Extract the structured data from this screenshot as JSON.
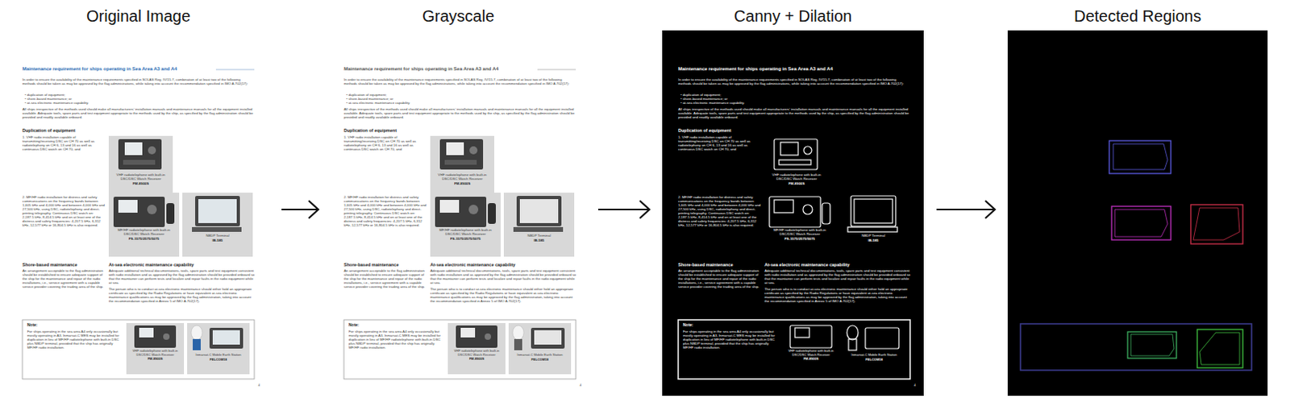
{
  "diagram": {
    "nodes": [
      {
        "text": [
          "Original Image"
        ]
      },
      {
        "text": [
          "Grayscale"
        ]
      },
      {
        "text": [
          "Canny + Dilation"
        ]
      },
      {
        "text": [
          "Detected Regions"
        ]
      }
    ],
    "edges": [
      {
        "from": 0,
        "to": 1,
        "arrow": "to"
      },
      {
        "from": 1,
        "to": 2,
        "arrow": "to"
      },
      {
        "from": 2,
        "to": 3,
        "arrow": "to"
      }
    ],
    "labels": [
      "Maintenance requirement for ships operating in Sea Area A3 and A4",
      "In order to ensure the availability of the maintenance requirements specified in SOLAS Reg. IV/15.7, combination of at least two of the following methods should be taken as may be approved by the flag administrations, while taking into account the recommendation specified in IMO A.702(17):",
      "• duplication of equipment;",
      "• shore-based maintenance; or",
      "• at-sea electronic maintenance capability.",
      "All ships irrespective of the methods used should make all manufacturers' installation manuals and maintenance manuals for all the equipment installed available. Adequate tools, spare parts and test equipment appropriate to the methods used by the ship, as specified by the flag administration should be provided and readily available onboard.",
      "Duplication of equipment",
      "1. VHF radio installation capable of transmitting/receiving DSC on CH 70 as well as radiotelephony on CH 6, 13 and 16 as well as continuous DSC watch on CH 70, and",
      "VHF radiotelephone with built-in DSC/DSC Watch Receiver",
      "FM-8900S",
      "2. MF/HF radio installation for distress and safety communications on the frequency bands between 1,605 kHz and 4,000 kHz and between 4,000 kHz and 27,500 kHz, using DSC, radiotelephony and direct-printing telegraphy. Continuous DSC watch on: 2,187.5 kHz, 8,414.5 kHz and on at least one of the distress and safety frequencies: 4,207.5 kHz, 6,312 kHz, 12,577 kHz or 16,804.5 kHz is also required.",
      "MF/HF radiotelephone with built-in DSC/DSC Watch Receiver",
      "FS-1575/2575/5075",
      "NBDP Terminal",
      "IB-585",
      "Shore-based maintenance",
      "An arrangement acceptable to the flag administration should be established to ensure adequate support of the ship for the maintenance and repair of the radio installations, i.e., service agreement with a capable service provider covering the trading area of the ship.",
      "At-sea electronic maintenance capability",
      "Adequate additional technical documentations, tools, spare parts and test equipment consistent with radio installation and as approved by the flag administration should be provided onboard so that the maintainer can perform tests and localize and repair faults in the radio equipment while at sea.",
      "The person who is to conduct at-sea electronic maintenance should either hold an appropriate certificate as specified by the Radio Regulations or have equivalent at-sea electronic maintenance qualifications as may be approved by the flag administration, taking into account the recommendation specified in Annex 5 of IMO A.702(17).",
      "Note:",
      "For ships operating in the sea area A4 only occasionally but mostly operating in A3, Inmarsat-C MES may be installed for duplication in lieu of MF/HF radiotelephone with built-in DSC plus NBDP terminal, provided that the ship has originally MF/HF radio installation.",
      "VHF radiotelephone with built-in DSC/DSC Watch Receiver",
      "FM-8900S",
      "Inmarsat-C Mobile Earth Station",
      "FELCOM18",
      "4",
      "Maintenance requirement for ships operating in Sea Area A3 and A4",
      "In order to ensure the availability of the maintenance requirements specified in SOLAS Reg. IV/15.7, combination of at least two of the following methods should be taken as may be approved by the flag administrations, while taking into account the recommendation specified in IMO A.702(17):",
      "• duplication of equipment;",
      "• shore-based maintenance; or",
      "• at-sea electronic maintenance capability.",
      "All ships irrespective of the methods used should make all manufacturers' installation manuals and maintenance manuals for all the equipment installed available. Adequate tools, spare parts and test equipment appropriate to the methods used by the ship, as specified by the flag administration should be provided and readily available onboard.",
      "Duplication of equipment",
      "1. VHF radio installation capable of transmitting/receiving DSC on CH 70 as well as radiotelephony on CH 6, 13 and 16 as well as continuous DSC watch on CH 70, and",
      "VHF radiotelephone with built-in DSC/DSC Watch Receiver",
      "FM-8900S",
      "2. MF/HF radio installation for distress and safety communications on the frequency bands between 1,605 kHz and 4,000 kHz and between 4,000 kHz and 27,500 kHz, using DSC, radiotelephony and direct-printing telegraphy. Continuous DSC watch on: 2,187.5 kHz, 8,414.5 kHz and on at least one of the distress and safety frequencies: 4,207.5 kHz, 6,312 kHz, 12,577 kHz or 16,804.5 kHz is also required.",
      "MF/HF radiotelephone with built-in DSC/DSC Watch Receiver",
      "FS-1575/2575/5075",
      "NBDP Terminal",
      "IB-585",
      "Shore-based maintenance",
      "An arrangement acceptable to the flag administration should be established to ensure adequate support of the ship for the maintenance and repair of the radio installations, i.e., service agreement with a capable service provider covering the trading area of the ship.",
      "At-sea electronic maintenance capability",
      "Adequate additional technical documentations, tools, spare parts and test equipment consistent with radio installation and as approved by the flag administration should be provided onboard so that the maintainer can perform tests and localize and repair faults in the radio equipment while at sea.",
      "The person who is to conduct at-sea electronic maintenance should either hold an appropriate certificate as specified by the Radio Regulations or have equivalent at-sea electronic maintenance qualifications as may be approved by the flag administration, taking into account the recommendation specified in Annex 5 of IMO A.702(17).",
      "Note:",
      "For ships operating in the sea area A4 only occasionally but mostly operating in A3, Inmarsat-C MES may be installed for duplication in lieu of MF/HF radiotelephone with built-in DSC plus NBDP terminal, provided that the ship has originally MF/HF radio installation.",
      "VHF radiotelephone with built-in DSC/DSC Watch Receiver",
      "FM-8900S",
      "Inmarsat-C Mobile Earth Station",
      "FELCOM18",
      "4",
      "Maintenance requirement for ships operating in Sea Area A3 and A4",
      "In order to ensure the availability of the maintenance requirements specified in SOLAS Reg. IV/15.7, combination of at least two of the following methods should be taken as may be approved by the flag administrations, while taking into account the recommendation specified in IMO A.702(17):",
      "• duplication of equipment;",
      "• shore-based maintenance; or",
      "• at-sea electronic maintenance capability.",
      "All ships irrespective of the methods used should make all manufacturers' installation manuals and maintenance manuals for all the equipment installed available. Adequate tools, spare parts and test equipment appropriate to the methods used by the ship, as specified by the flag administration should be provided and readily available onboard.",
      "Duplication of equipment",
      "1. VHF radio installation capable of transmitting/receiving DSC on CH 70 as well as radiotelephony on CH 6, 13 and 16 as well as continuous DSC watch on CH 70, and",
      "VHF radiotelephone with built-in DSC/DSC Watch Receiver",
      "FM-8900S",
      "2. MF/HF radio installation for distress and safety communications on the frequency bands between 1,605 kHz and 4,000 kHz and between 4,000 kHz and 27,500 kHz, using DSC, radiotelephony and direct-printing telegraphy. Continuous DSC watch on: 2,187.5 kHz, 8,414.5 kHz and on at least one of the distress and safety frequencies: 4,207.5 kHz, 6,312 kHz, 12,577 kHz or 16,804.5 kHz is also required.",
      "MF/HF radiotelephone with built-in DSC/DSC Watch Receiver",
      "FS-1575/2575/5075",
      "NBDP Terminal",
      "IB-585",
      "Shore-based maintenance",
      "An arrangement acceptable to the flag administration should be established to ensure adequate support of the ship for the maintenance and repair of the radio installations, i.e., service agreement with a capable service provider covering the trading area of the ship.",
      "At-sea electronic maintenance capability",
      "Adequate additional technical documentations, tools, spare parts and test equipment consistent with radio installation and as approved by the flag administration should be provided onboard so that the maintainer can perform tests and localize and repair faults in the radio equipment while at sea.",
      "The person who is to conduct at-sea electronic maintenance should either hold an appropriate certificate as specified by the Radio Regulations or have equivalent at-sea electronic maintenance qualifications as may be approved by the flag administration, taking into account the recommendation specified in Annex 5 of IMO A.702(17).",
      "Note:",
      "For ships operating in the sea area A4 only occasionally but mostly operating in A3, Inmarsat-C MES may be installed for duplication in lieu of MF/HF radiotelephone with built-in DSC plus NBDP terminal, provided that the ship has originally MF/HF radio installation.",
      "VHF radiotelephone with built-in DSC/DSC Watch Receiver",
      "FM-8900S",
      "Inmarsat-C Mobile Earth Station",
      "FELCOM18",
      "4"
    ]
  }
}
